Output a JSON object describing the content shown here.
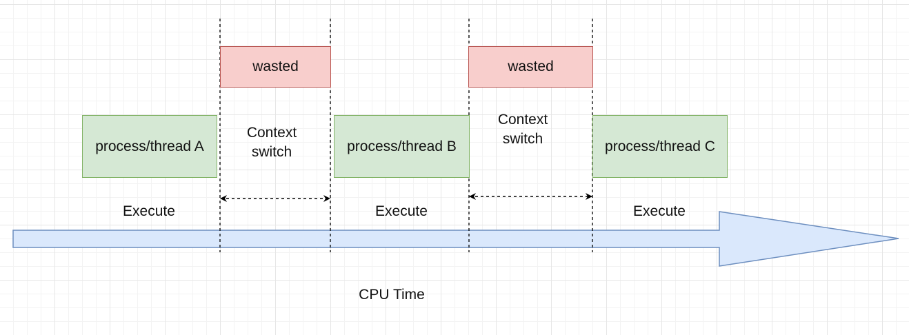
{
  "diagram": {
    "processes": [
      {
        "id": "a",
        "label": "process/thread A"
      },
      {
        "id": "b",
        "label": "process/thread B"
      },
      {
        "id": "c",
        "label": "process/thread C"
      }
    ],
    "wasted_blocks": [
      {
        "label": "wasted"
      },
      {
        "label": "wasted"
      }
    ],
    "context_switches": [
      {
        "line1": "Context",
        "line2": "switch"
      },
      {
        "line1": "Context",
        "line2": "switch"
      }
    ],
    "execute_labels": [
      "Execute",
      "Execute",
      "Execute"
    ],
    "timeline_label": "CPU Time"
  },
  "colors": {
    "process_fill": "#d5e8d4",
    "process_border": "#82b366",
    "wasted_fill": "#f8cecc",
    "wasted_border": "#b85450",
    "arrow_fill": "#dae8fc",
    "arrow_border": "#6c8ebf",
    "grid_line": "#e6e6e6"
  }
}
